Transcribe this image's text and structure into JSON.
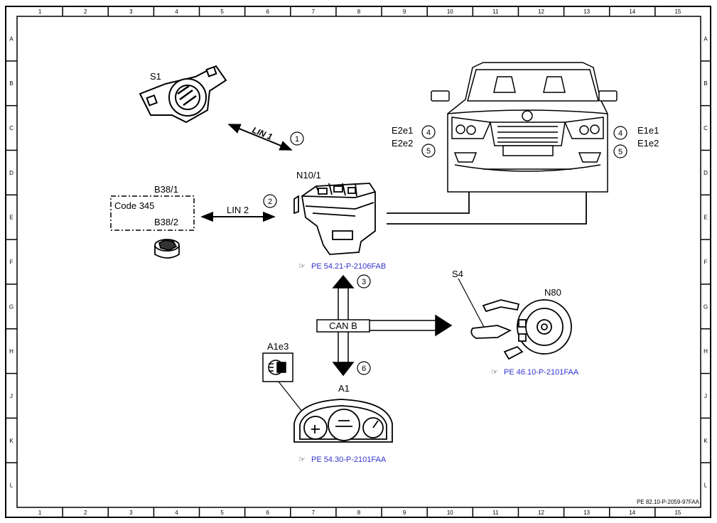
{
  "frame": {
    "columns": [
      "1",
      "2",
      "3",
      "4",
      "5",
      "6",
      "7",
      "8",
      "9",
      "10",
      "11",
      "12",
      "13",
      "14",
      "15"
    ],
    "rows": [
      "A",
      "B",
      "C",
      "D",
      "E",
      "F",
      "G",
      "H",
      "J",
      "K",
      "L"
    ],
    "footer_code": "PE 82.10-P-2059-97FAA"
  },
  "components": {
    "s1": "S1",
    "b38_1": "B38/1",
    "code": "Code 345",
    "b38_2": "B38/2",
    "n10_1": "N10/1",
    "s4": "S4",
    "n80": "N80",
    "a1e3": "A1e3",
    "a1": "A1",
    "e2e1": "E2e1",
    "e2e2": "E2e2",
    "e1e1": "E1e1",
    "e1e2": "E1e2"
  },
  "connections": {
    "lin1": "LIN 1",
    "lin2": "LIN 2",
    "canb": "CAN B"
  },
  "numbers": {
    "n1": "1",
    "n2": "2",
    "n3": "3",
    "n4a": "4",
    "n5a": "5",
    "n4b": "4",
    "n5b": "5",
    "n6": "6"
  },
  "references": {
    "ref_n10": "PE 54.21-P-2106FAB",
    "ref_n80": "PE 46.10-P-2101FAA",
    "ref_a1": "PE 54.30-P-2101FAA"
  }
}
